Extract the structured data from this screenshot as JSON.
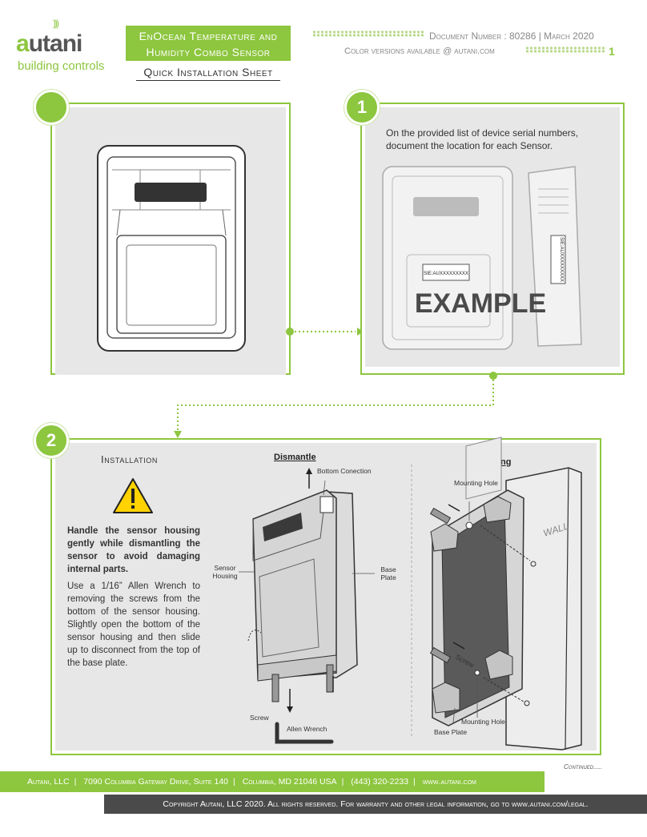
{
  "brand": {
    "name_lead": "a",
    "name_rest": "utani",
    "tagline": "building controls",
    "color": "#8dc63f"
  },
  "header": {
    "title_line1": "EnOcean Temperature and",
    "title_line2": "Humidity Combo Sensor",
    "subtitle": "Quick Installation Sheet",
    "doc_number": "Document Number : 80286 | March 2020",
    "color_versions": "Color versions available @ autani.com",
    "page_number": "1"
  },
  "steps": {
    "step1_number": "1",
    "step2_number": "2",
    "step1_text": "On the provided list of device serial numbers, document the location for each Sensor.",
    "example_watermark": "EXAMPLE",
    "serial_front": "SIE:AUXXXXXXXXX",
    "serial_side": "SIE:AUXXXXXXXXX"
  },
  "installation": {
    "title": "Installation",
    "warning_bold": "Handle the sensor housing gently while dismantling the sensor to avoid damaging internal parts.",
    "body": "Use a 1/16” Allen Wrench to removing the screws from the bottom of the sensor housing. Slightly open the bottom of the sensor housing and then slide up to disconnect from the top of the base plate.",
    "dismantle_title": "Dismantle",
    "label_bottom_connection": "Bottom Conection",
    "label_sensor_housing": "Sensor Housing",
    "label_base_plate": "Base Plate",
    "label_screw": "Screw",
    "label_allen_wrench": "Allen Wrench",
    "mounting_title": "Mounting",
    "label_mounting_hole_top": "Mounting Hole",
    "label_screw_mount": "Screw",
    "label_mounting_hole_bottom": "Mounting Hole",
    "label_base_plate_mount": "Base Plate",
    "label_wall": "WALL"
  },
  "footer": {
    "continued": "Continued.....",
    "company": "Autani, LLC",
    "address": "7090 Columbia Gateway Drive, Suite 140",
    "city": "Columbia, MD 21046 USA",
    "phone": "(443) 320-2233",
    "website": "www.autani.com",
    "copyright": "Copyright Autani, LLC 2020. All rights reserved. For warranty and other legal information, go to www.autani.com/legal."
  }
}
